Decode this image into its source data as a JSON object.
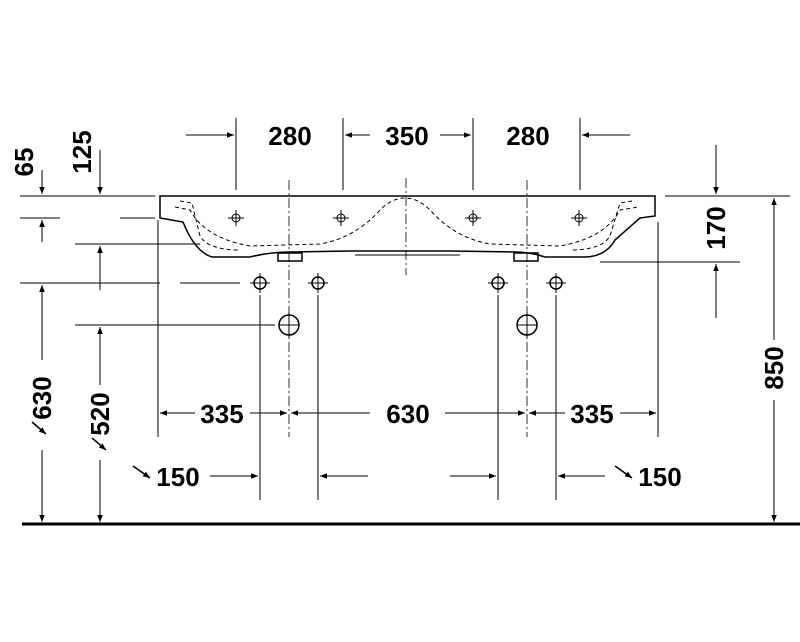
{
  "dimensions": {
    "top_280_left": "280",
    "top_350": "350",
    "top_280_right": "280",
    "left_65": "65",
    "left_125": "125",
    "right_170": "170",
    "right_850": "850",
    "left_630": "630",
    "left_520": "520",
    "bottom_335_left": "335",
    "bottom_630": "630",
    "bottom_335_right": "335",
    "bottom_150_left": "150",
    "bottom_150_right": "150"
  }
}
